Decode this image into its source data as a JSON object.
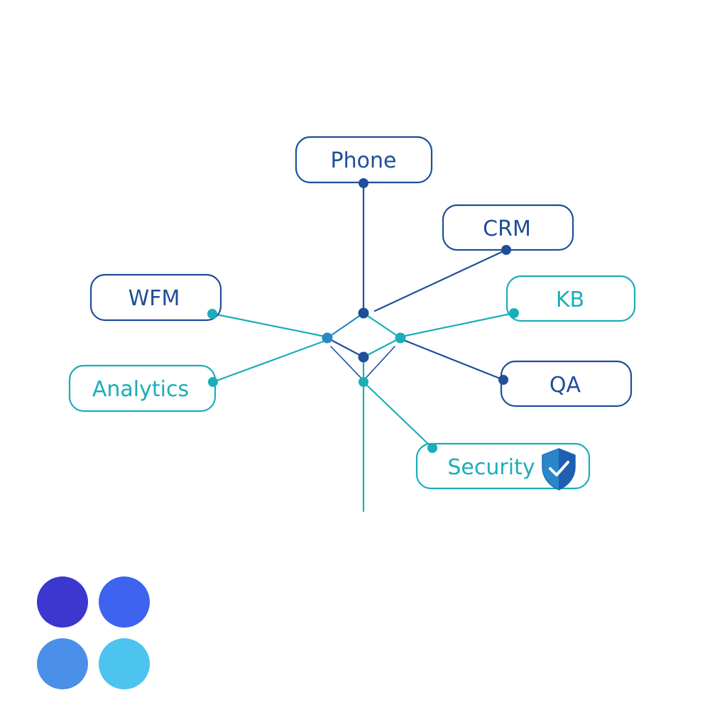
{
  "colors": {
    "navy": "#1f4e9a",
    "teal": "#1aaeb8",
    "mid": "#2a86c8"
  },
  "nodes": {
    "phone": "Phone",
    "crm": "CRM",
    "wfm": "WFM",
    "kb": "KB",
    "analytics": "Analytics",
    "qa": "QA",
    "security": "Security"
  },
  "security_icon": "shield-check-icon",
  "palette": [
    "#3b37cf",
    "#3e63ee",
    "#4a90e8",
    "#4cc4ef"
  ]
}
